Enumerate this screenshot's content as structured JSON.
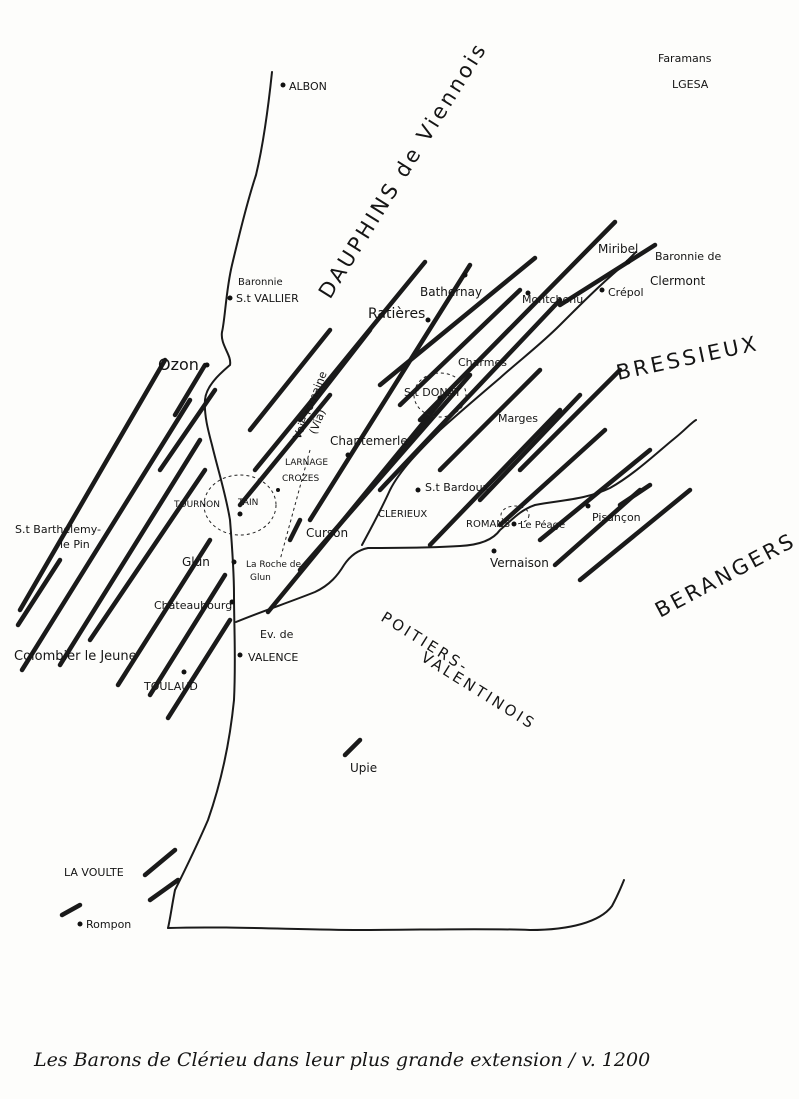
{
  "regions": {
    "dauphins": "DAUPHINS de Viennois",
    "bressieux": "BRESSIEUX",
    "berangers": "BERANGERS",
    "poitiers_1": "POITIERS-",
    "poitiers_2": "VALENTINOIS"
  },
  "towns": {
    "albon": "ALBON",
    "baronnie": "Baronnie",
    "stvallier": "S.t VALLIER",
    "ozon": "Ozon",
    "ratieres": "Ratières",
    "bathernay": "Bathernay",
    "montchenu": "Montchenu",
    "miribel": "Miribel",
    "baronnie_clermont_1": "Baronnie de",
    "baronnie_clermont_2": "Clermont",
    "crepol": "Crépol",
    "charmes": "Charmes",
    "stdonat": "S.t DONAT",
    "voie_romaine_1": "Voie romaine",
    "voie_romaine_2": "(Via)",
    "chantemerle": "Chantemerle",
    "larnage": "LARNAGE",
    "crozes": "CROZES",
    "marges": "Marges",
    "stbardoux": "S.t Bardoux",
    "clerieux": "CLERIEUX",
    "tournon": "TOURNON",
    "tain": "TAIN",
    "romans": "ROMANS",
    "peage": "Le Péage",
    "pisancon": "Pisançon",
    "stbarthelemy_1": "S.t Barthelemy-",
    "stbarthelemy_2": "le Pin",
    "cursan": "Curson",
    "glun": "Glun",
    "larochedeglun_1": "La Roche de",
    "larochedeglun_2": "Glun",
    "vernaison": "Vernaison",
    "chateaubourg": "Chateaubourg",
    "eveque_1": "Ev. de",
    "eveque_2": "VALENCE",
    "colombier": "Colombier le Jeune",
    "toulaud": "TOULAUD",
    "upie": "Upie",
    "lavoulte": "LA VOULTE",
    "rompon": "Rompon",
    "faramans_1": "Faramans",
    "faramans_2": "LGESA"
  },
  "caption": "Les Barons de Clérieu dans leur plus grande extension / v. 1200"
}
